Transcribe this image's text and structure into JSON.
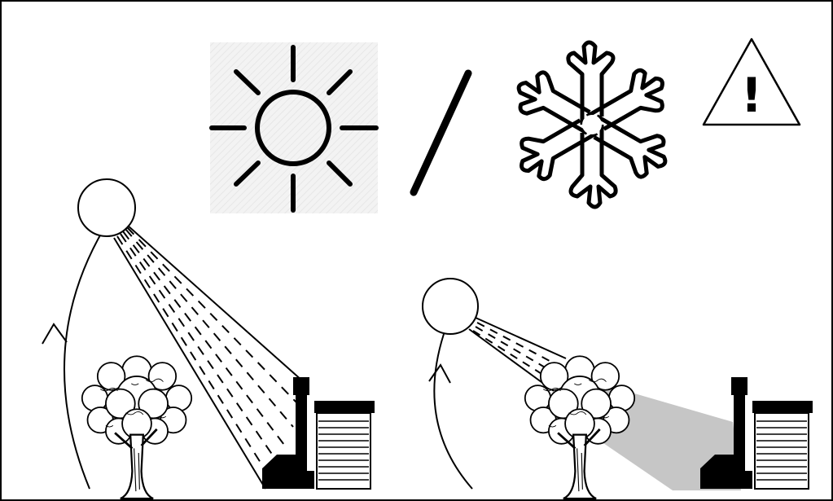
{
  "symbols": {
    "summer": "sun-icon",
    "divider": "slash",
    "winter": "snowflake-icon",
    "warning": "warning-triangle-icon",
    "warning_mark": "!"
  },
  "scenes": [
    {
      "season": "summer",
      "light": "sunbeam-dashed",
      "ground_shadow": false
    },
    {
      "season": "winter",
      "light": "sunbeam-dashed",
      "ground_shadow": true
    }
  ],
  "colors": {
    "ink": "#000000",
    "background": "#ffffff",
    "sun_panel": "#f1f1f1",
    "shadow": "#c8c8c8"
  }
}
